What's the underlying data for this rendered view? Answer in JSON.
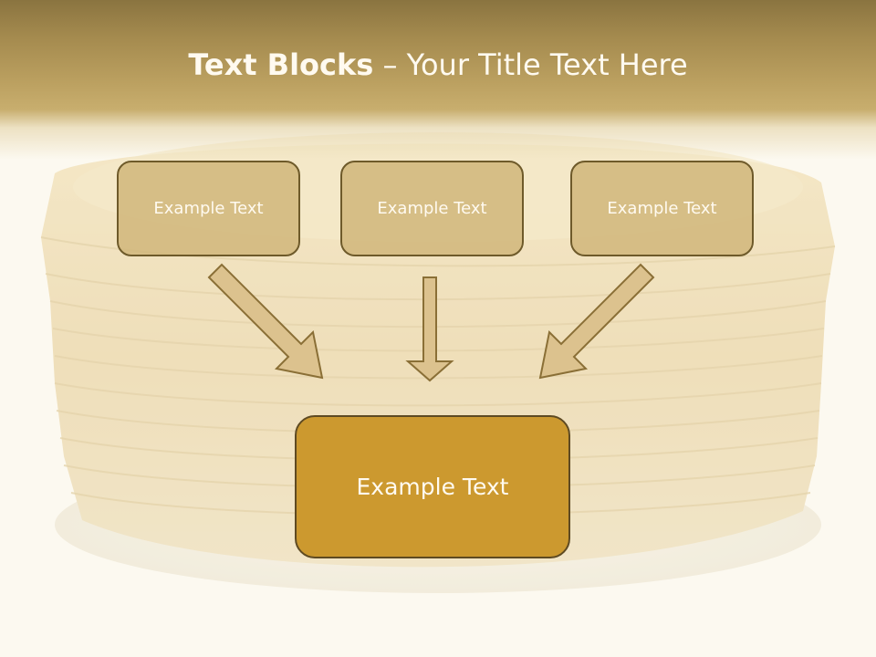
{
  "slide": {
    "title_bold": "Text Blocks",
    "title_separator": " – ",
    "title_rest": "Your Title Text Here",
    "boxes": [
      {
        "label": "Example Text"
      },
      {
        "label": "Example Text"
      },
      {
        "label": "Example Text"
      }
    ],
    "main_box": {
      "label": "Example Text"
    }
  },
  "colors": {
    "header": "#a48a4e",
    "box_fill": "#d0b478",
    "main_box_fill": "#cc992f",
    "border": "#6e5a2a",
    "text": "#fffaf0"
  }
}
